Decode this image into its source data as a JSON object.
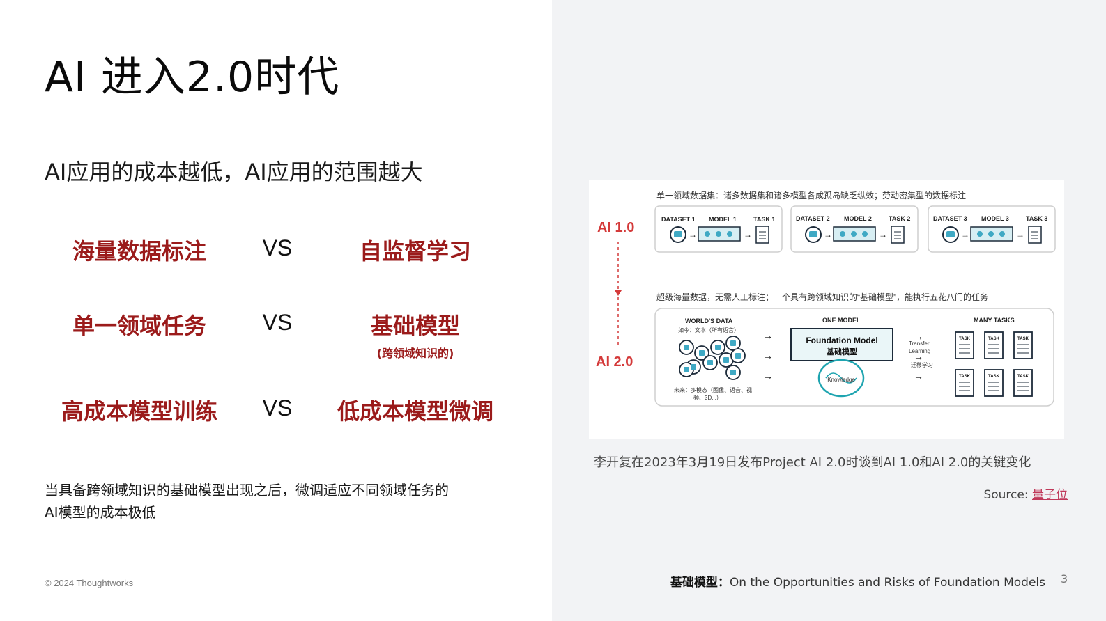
{
  "slide": {
    "title": "AI 进入2.0时代",
    "subtitle": "AI应用的成本越低，AI应用的范围越大",
    "comparisons": [
      {
        "left": "海量数据标注",
        "vs": "VS",
        "right": "自监督学习",
        "note": ""
      },
      {
        "left": "单一领域任务",
        "vs": "VS",
        "right": "基础模型",
        "note": "(跨领域知识的)"
      },
      {
        "left": "高成本模型训练",
        "vs": "VS",
        "right": "低成本模型微调",
        "note": ""
      }
    ],
    "body_note_line1": "当具备跨领域知识的基础模型出现之后，微调适应不同领域任务的",
    "body_note_line2": "AI模型的成本极低",
    "copyright": "© 2024 Thoughtworks",
    "page_number": "3"
  },
  "figure": {
    "ai1_label": "AI 1.0",
    "ai2_label": "AI 2.0",
    "ai1_header": "单一领域数据集：诸多数据集和诸多模型各成孤岛缺乏纵效；劳动密集型的数据标注",
    "ai1_groups": [
      {
        "dataset": "DATASET 1",
        "model": "MODEL 1",
        "task": "TASK 1"
      },
      {
        "dataset": "DATASET 2",
        "model": "MODEL 2",
        "task": "TASK 2"
      },
      {
        "dataset": "DATASET 3",
        "model": "MODEL 3",
        "task": "TASK 3"
      }
    ],
    "ai2_header": "超级海量数据，无需人工标注；一个具有跨领域知识的“基础模型”，能执行五花八门的任务",
    "worlds_data": "WORLD'S DATA",
    "worlds_data_sub": "如今：文本（所有语言）",
    "future_line1": "未来：多模态（图像、语音、视",
    "future_line2": "频、3D...）",
    "one_model": "ONE MODEL",
    "foundation_en": "Foundation Model",
    "foundation_cn": "基础模型",
    "knowledge": "Knowledge",
    "transfer_line1": "Transfer",
    "transfer_line2": "Learning",
    "transfer_cn": "迁移学习",
    "many_tasks": "MANY TASKS",
    "task_icon_label": "TASK",
    "colors": {
      "accent_red": "#d43a3a",
      "accent_teal": "#1ea4b0",
      "dark": "#2a2a2a"
    }
  },
  "caption": "李开复在2023年3月19日发布Project AI 2.0时谈到AI 1.0和AI 2.0的关键变化",
  "source": {
    "label": "Source:",
    "link_text": "量子位"
  },
  "footer_ref": {
    "key": "基础模型：",
    "title": "On the Opportunities and Risks of Foundation Models"
  },
  "colors": {
    "highlight_red": "#9b1b1b",
    "right_panel_bg": "#f2f3f5",
    "link": "#c0395a"
  }
}
